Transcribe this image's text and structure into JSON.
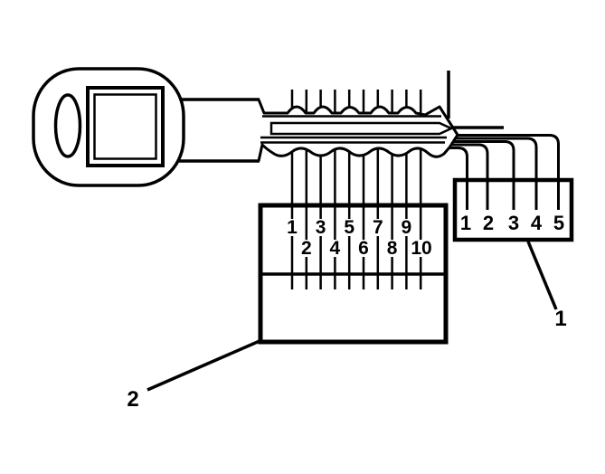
{
  "diagram": {
    "kind": "key cut code and connector diagram",
    "colors": {
      "line": "#000000",
      "background": "#ffffff"
    }
  },
  "code_box": {
    "row1_labels": [
      "1",
      "3",
      "5",
      "7",
      "9"
    ],
    "row2_labels": [
      "2",
      "4",
      "6",
      "8",
      "10"
    ]
  },
  "connector_box": {
    "pin_labels": [
      "1",
      "2",
      "3",
      "4",
      "5"
    ]
  },
  "callouts": {
    "connector": "1",
    "code_box": "2"
  }
}
